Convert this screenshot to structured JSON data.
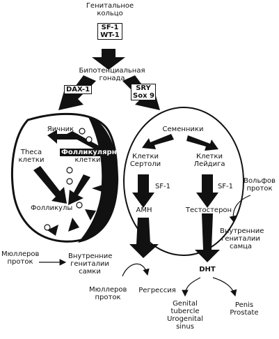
{
  "colors": {
    "ink": "#111111",
    "paper": "#ffffff"
  },
  "diagram": {
    "genital_ridge_line1": "Генитальное",
    "genital_ridge_line2": "кольцо",
    "sf1_top": "SF-1",
    "wt1_top": "WT-1",
    "bipotential_line1": "Бипотенциальная",
    "bipotential_line2": "гонада",
    "dax1": "DAX-1",
    "sry": "SRY",
    "sox9": "Sox 9",
    "ovary": {
      "title": "Яичник",
      "theca_line1": "Theca",
      "theca_line2": "клетки",
      "follicular_line1": "Фолликулярные",
      "follicular_line2": "клетки",
      "follicles": "Фолликулы"
    },
    "testis": {
      "title": "Семенники",
      "sertoli_line1": "Клетки",
      "sertoli_line2": "Сертоли",
      "leydig_line1": "Клетки",
      "leydig_line2": "Лейдига",
      "sf1_left": "SF-1",
      "sf1_right": "SF-1",
      "amh": "AMH",
      "testosterone": "Тестостерон"
    },
    "wolffian_line1": "Вольфов",
    "wolffian_line2": "проток",
    "male_internal_line1": "Внутренние",
    "male_internal_line2": "гениталии",
    "male_internal_line3": "самца",
    "mullerian_left_line1": "Мюллеров",
    "mullerian_left_line2": "проток",
    "female_internal_line1": "Внутренние",
    "female_internal_line2": "гениталии",
    "female_internal_line3": "самки",
    "dht": "DHT",
    "mullerian_bottom_line1": "Мюллеров",
    "mullerian_bottom_line2": "проток",
    "regression": "Регрессия",
    "genital_tubercle_line1": "Genital",
    "genital_tubercle_line2": "tubercle",
    "genital_tubercle_line3": "Urogenital",
    "genital_tubercle_line4": "sinus",
    "penis_line1": "Penis",
    "penis_line2": "Prostate"
  }
}
